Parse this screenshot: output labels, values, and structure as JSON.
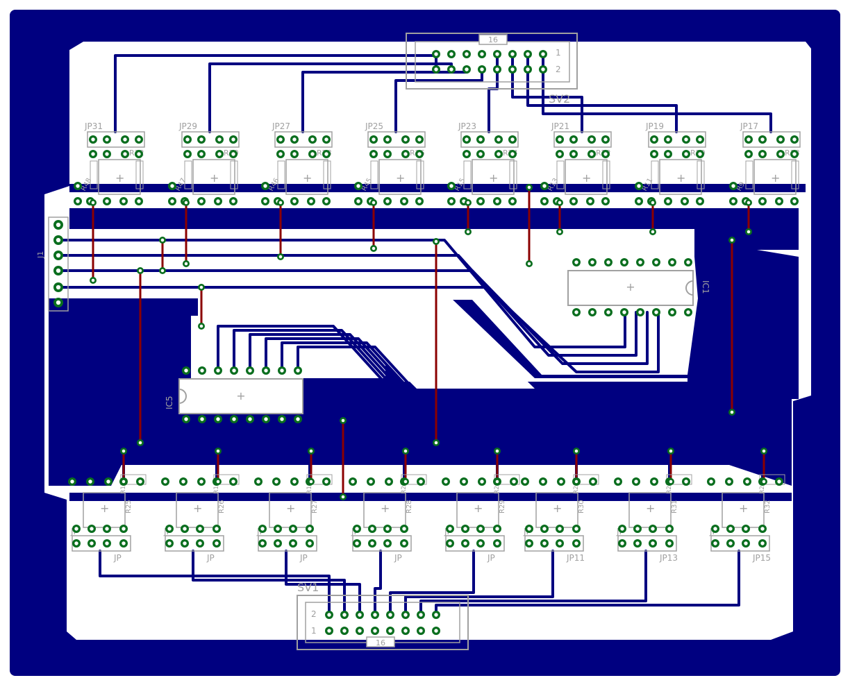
{
  "connectors": {
    "sv1": {
      "name": "SV1",
      "pin_count": "16",
      "pin_1": "1",
      "pin_2": "2"
    },
    "sv2": {
      "name": "SV2",
      "pin_count": "16",
      "pin_1": "1",
      "pin_2": "2"
    },
    "j1": {
      "name": "J1"
    }
  },
  "ics": {
    "ic1": {
      "name": "IC1"
    },
    "ic5": {
      "name": "IC5"
    }
  },
  "top_jumpers": [
    "JP31",
    "JP29",
    "JP27",
    "JP25",
    "JP23",
    "JP21",
    "JP19",
    "JP17"
  ],
  "top_resistors_right": [
    "R32",
    "R30",
    "R28",
    "R26",
    "R24",
    "R22",
    "R20",
    "R18"
  ],
  "top_resistors_left": [
    "R48",
    "R47",
    "R46",
    "R45",
    "R15",
    "R13",
    "R11",
    "R9"
  ],
  "bottom_jumpers_left": [
    "JP",
    "JP",
    "JP",
    "JP",
    "JP",
    "JP",
    "JP",
    "JP"
  ],
  "bottom_jumpers_right": [
    "JP",
    "JP",
    "JP",
    "JP",
    "JP",
    "JP11",
    "JP13",
    "JP15"
  ],
  "bottom_resistors": [
    "R17",
    "R18",
    "R19",
    "R20",
    "R21",
    "R22",
    "R23",
    "R24"
  ],
  "bottom_resistors_inner": [
    "R25",
    "R26",
    "R27",
    "R28",
    "R29",
    "R30",
    "R31",
    "R32"
  ],
  "colors": {
    "copper": "#000080",
    "outline": "#a0a0a0",
    "pad_ring": "#0a6e1e",
    "via_wire": "#8b0000",
    "board_bg": "#ffffff",
    "text": "#a0a0a0"
  }
}
